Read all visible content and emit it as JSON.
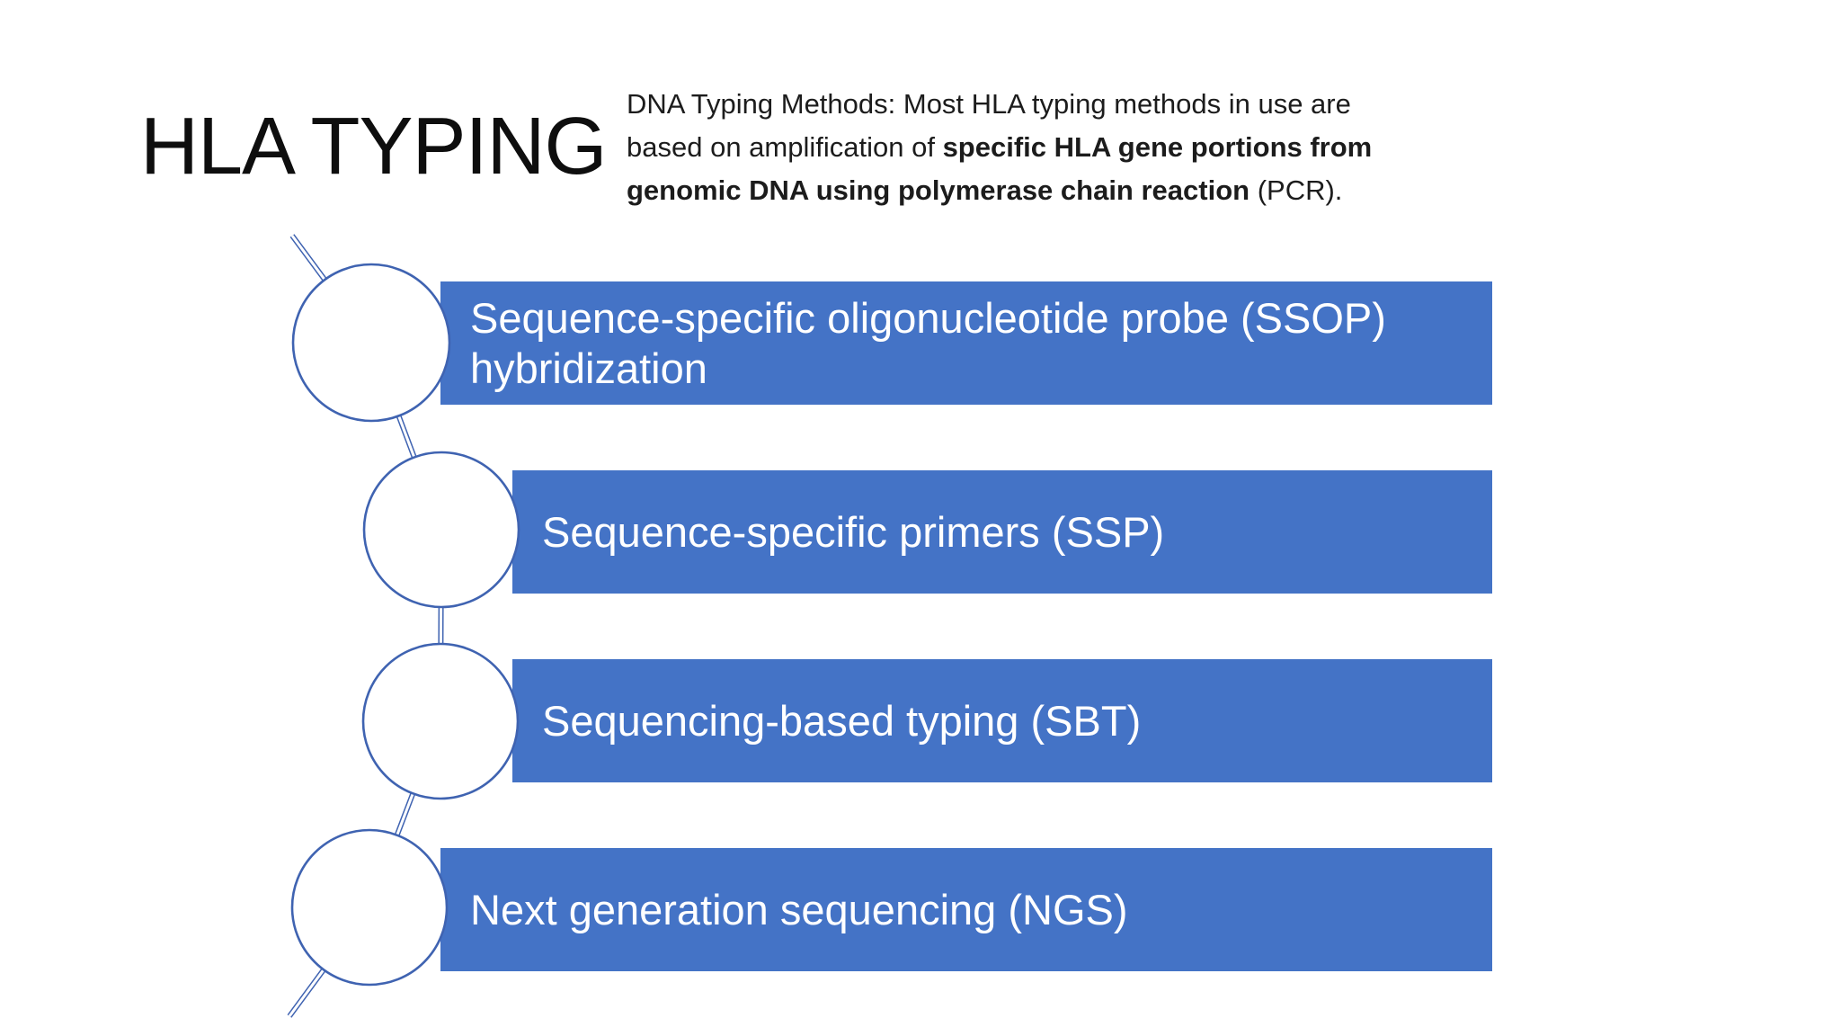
{
  "slide": {
    "title": "HLA TYPING",
    "intro": {
      "full_text": "DNA Typing Methods: Most HLA typing methods in use are based on amplification of specific HLA gene portions from genomic DNA using polymerase chain reaction (PCR).",
      "lines": [
        {
          "segments": [
            {
              "text": "DNA Typing Methods: Most HLA typing methods in use are",
              "bold": false
            }
          ]
        },
        {
          "segments": [
            {
              "text": "based on amplification of ",
              "bold": false
            },
            {
              "text": "specific HLA gene portions from",
              "bold": true
            }
          ]
        },
        {
          "segments": [
            {
              "text": "genomic DNA using polymerase chain reaction",
              "bold": true
            },
            {
              "text": " (PCR).",
              "bold": false
            }
          ]
        }
      ]
    },
    "diagram": {
      "type": "vertical-accent-list",
      "bars": [
        {
          "label": "Sequence-specific oligonucleotide probe (SSOP) hybridization"
        },
        {
          "label": "Sequence-specific primers (SSP)"
        },
        {
          "label": "Sequencing-based typing (SBT)"
        },
        {
          "label": "Next generation sequencing (NGS)"
        }
      ],
      "colors": {
        "bar_fill": "#4473C6",
        "bar_text": "#FFFFFF",
        "circle_fill": "#FFFFFF",
        "circle_stroke": "#3F63B1",
        "connector_stroke": "#3F63B1",
        "background": "#FFFFFF",
        "title_text": "#0E0E0E",
        "body_text": "#1C1C1C"
      }
    }
  }
}
